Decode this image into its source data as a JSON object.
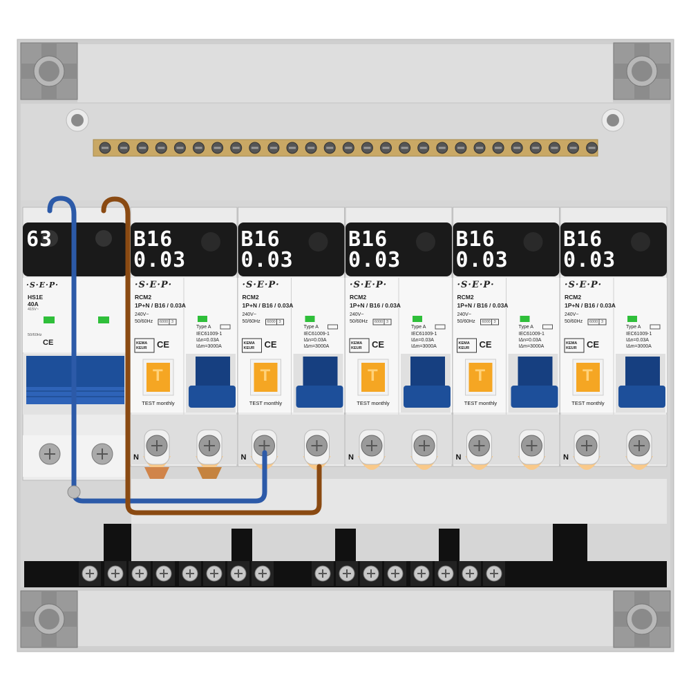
{
  "main_switch": {
    "rating_label": "63",
    "brand": "·S·E·P·",
    "model": "HS1E",
    "current": "40A",
    "voltage": "415V~",
    "freq": "50/60Hz",
    "mark": "CE"
  },
  "rcbo_modules": [
    {
      "rating": "B16",
      "sensitivity": "0.03",
      "brand": "·S·E·P·",
      "model": "RCM2",
      "spec": "1P+N / B16 / 0.03A",
      "voltage": "240V~",
      "freq": "50/60Hz",
      "breaking": "6000",
      "class": "3",
      "type": "Type A",
      "standard": "IEC61009-1",
      "idn": "IΔn=0.03A",
      "idm": "IΔm=3000A",
      "test_label": "TEST monthly",
      "test_button": "T",
      "neutral_label": "N",
      "cert": "KEMA KEUR",
      "mark": "CE"
    },
    {
      "rating": "B16",
      "sensitivity": "0.03",
      "brand": "·S·E·P·",
      "model": "RCM2",
      "spec": "1P+N / B16 / 0.03A",
      "voltage": "240V~",
      "freq": "50/60Hz",
      "breaking": "6000",
      "class": "3",
      "type": "Type A",
      "standard": "IEC61009-1",
      "idn": "IΔn=0.03A",
      "idm": "IΔm=3000A",
      "test_label": "TEST monthly",
      "test_button": "T",
      "neutral_label": "N",
      "cert": "KEMA KEUR",
      "mark": "CE"
    },
    {
      "rating": "B16",
      "sensitivity": "0.03",
      "brand": "·S·E·P·",
      "model": "RCM2",
      "spec": "1P+N / B16 / 0.03A",
      "voltage": "240V~",
      "freq": "50/60Hz",
      "breaking": "6000",
      "class": "3",
      "type": "Type A",
      "standard": "IEC61009-1",
      "idn": "IΔn=0.03A",
      "idm": "IΔm=3000A",
      "test_label": "TEST monthly",
      "test_button": "T",
      "neutral_label": "N",
      "cert": "KEMA KEUR",
      "mark": "CE"
    },
    {
      "rating": "B16",
      "sensitivity": "0.03",
      "brand": "·S·E·P·",
      "model": "RCM2",
      "spec": "1P+N / B16 / 0.03A",
      "voltage": "240V~",
      "freq": "50/60Hz",
      "breaking": "6000",
      "class": "3",
      "type": "Type A",
      "standard": "IEC61009-1",
      "idn": "IΔn=0.03A",
      "idm": "IΔm=3000A",
      "test_label": "TEST monthly",
      "test_button": "T",
      "neutral_label": "N",
      "cert": "KEMA KEUR",
      "mark": "CE"
    },
    {
      "rating": "B16",
      "sensitivity": "0.03",
      "brand": "·S·E·P·",
      "model": "RCM2",
      "spec": "1P+N / B16 / 0.03A",
      "voltage": "240V~",
      "freq": "50/60Hz",
      "breaking": "6000",
      "class": "3",
      "type": "Type A",
      "standard": "IEC61009-1",
      "idn": "IΔn=0.03A",
      "idm": "IΔm=3000A",
      "test_label": "TEST monthly",
      "test_button": "T",
      "neutral_label": "N",
      "cert": "KEMA KEUR",
      "mark": "CE"
    }
  ],
  "colors": {
    "enclosure": "#cfcfcf",
    "rail_brass": "#c9a865",
    "label_strip": "#1a1a1a",
    "toggle_blue": "#1d4f9a",
    "test_orange": "#f5a623",
    "live_wire": "#8a4a12",
    "neutral_wire": "#2c5aa8",
    "status_green": "#2fbf3a",
    "earth_bar": "#111111"
  }
}
